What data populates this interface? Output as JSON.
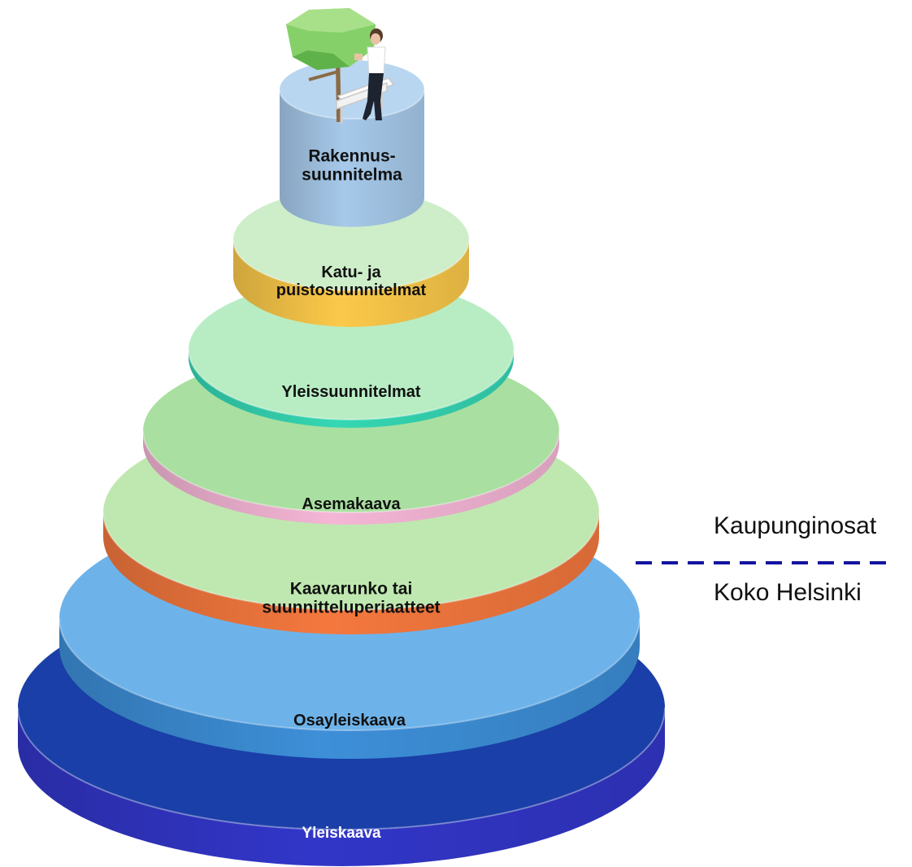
{
  "diagram": {
    "tiers": [
      {
        "id": "yleiskaava",
        "lines": [
          "Yleiskaava"
        ],
        "side_color": "#3236c8",
        "top_color": "#1a3fa8",
        "text_color": "#ffffff"
      },
      {
        "id": "osayleiskaava",
        "lines": [
          "Osayleiskaava"
        ],
        "side_color": "#3d8fd8",
        "top_color": "#6db3ea",
        "text_color": "#111111"
      },
      {
        "id": "kaavarunko",
        "lines": [
          "Kaavarunko tai",
          "suunnitteluperiaatteet"
        ],
        "side_color": "#f4783e",
        "top_color": "#bfe8b0",
        "text_color": "#111111"
      },
      {
        "id": "asemakaava",
        "lines": [
          "Asemakaava"
        ],
        "side_color": "#f5b6d6",
        "top_color": "#a9dfa0",
        "text_color": "#111111"
      },
      {
        "id": "yleissuunnitelmat",
        "lines": [
          "Yleissuunnitelmat"
        ],
        "side_color": "#35d7b4",
        "top_color": "#b8edc4",
        "text_color": "#111111"
      },
      {
        "id": "katu-ja-puisto",
        "lines": [
          "Katu- ja",
          "puistosuunnitelmat"
        ],
        "side_color": "#fbc94a",
        "top_color": "#cdeec8",
        "text_color": "#111111"
      },
      {
        "id": "rakennussuunnitelma",
        "lines": [
          "Rakennus-",
          "suunnitelma"
        ],
        "side_color": "#a6c9ea",
        "top_color": "#b8d6f0",
        "text_color": "#111111"
      }
    ],
    "divider": {
      "above_label": "Kaupunginosat",
      "below_label": "Koko Helsinki",
      "color": "#1414a0",
      "style": "dashed"
    },
    "icons": [
      "tree-icon",
      "bench-icon",
      "person-icon"
    ]
  }
}
